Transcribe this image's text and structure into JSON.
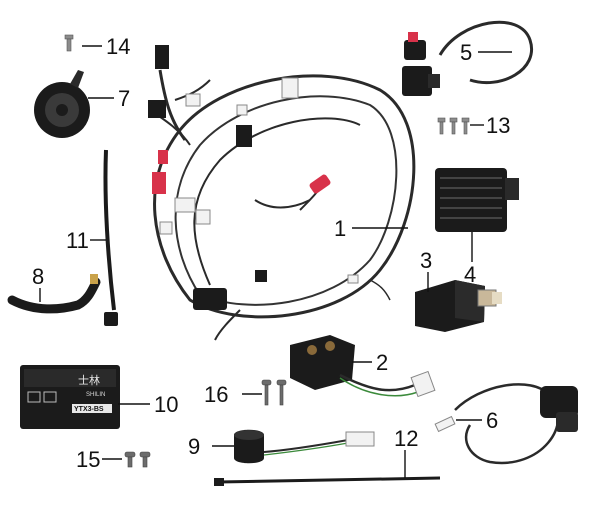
{
  "diagram": {
    "callouts": {
      "c1": "1",
      "c2": "2",
      "c3": "3",
      "c4": "4",
      "c5": "5",
      "c6": "6",
      "c7": "7",
      "c8": "8",
      "c9": "9",
      "c10": "10",
      "c11": "11",
      "c12": "12",
      "c13": "13",
      "c14": "14",
      "c15": "15",
      "c16": "16"
    },
    "battery": {
      "brand_glyphs": "士林",
      "model": "YTX3-BS",
      "brand_sub": "SHILIN"
    },
    "colors": {
      "wire": "#2a2a2a",
      "connector_white": "#f2f2f2",
      "connector_red": "#d8324a",
      "plastic_black": "#1b1b1b",
      "horn_metal": "#3a3a3a"
    }
  }
}
